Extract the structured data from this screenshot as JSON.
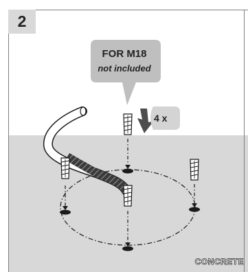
{
  "step": {
    "number": "2"
  },
  "callout": {
    "line1": "FOR M18",
    "line2": "not included"
  },
  "quantity": {
    "label": "4 x"
  },
  "surface": {
    "label": "CONCRETE"
  },
  "colors": {
    "concrete": "#d8d8d8",
    "badge": "#d9d9d9",
    "callout": "#bfbfbf",
    "arrow": "#4d4d4d",
    "outline": "#1a1a1a"
  },
  "icons": [
    "anchor-icon",
    "drill-hole-icon",
    "down-arrow-icon",
    "cable-icon"
  ]
}
